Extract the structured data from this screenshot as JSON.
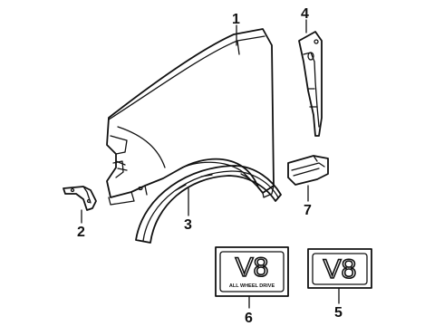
{
  "callouts": {
    "c1": "1",
    "c2": "2",
    "c3": "3",
    "c4": "4",
    "c5": "5",
    "c6": "6",
    "c7": "7"
  },
  "badges": {
    "badge_6_main": "V8",
    "badge_6_sub": "ALL WHEEL DRIVE",
    "badge_5_main": "V8"
  }
}
